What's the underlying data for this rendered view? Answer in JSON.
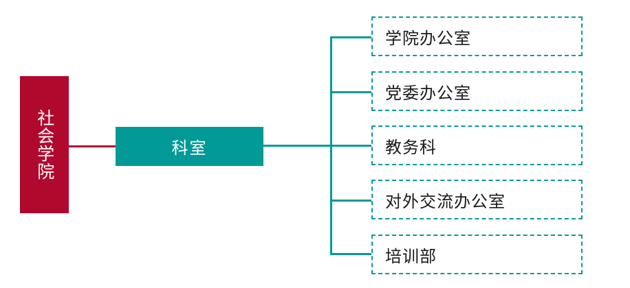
{
  "diagram": {
    "type": "organization-chart",
    "orientation": "horizontal-left-to-right",
    "colors": {
      "root_fill": "#B1082E",
      "root_text": "#FFFFFF",
      "branch_fill": "#029A96",
      "branch_text": "#FFFFFF",
      "leaf_border": "#029A96",
      "leaf_text": "#1A1A1A",
      "connector_root": "#B1082E",
      "connector_branch": "#029A96",
      "background": "#FFFFFF"
    },
    "root": {
      "label": "社会学院",
      "text_direction": "vertical"
    },
    "branch": {
      "label": "科室"
    },
    "leaves": [
      {
        "label": "学院办公室"
      },
      {
        "label": "党委办公室"
      },
      {
        "label": "教务科"
      },
      {
        "label": "对外交流办公室"
      },
      {
        "label": "培训部"
      }
    ]
  }
}
